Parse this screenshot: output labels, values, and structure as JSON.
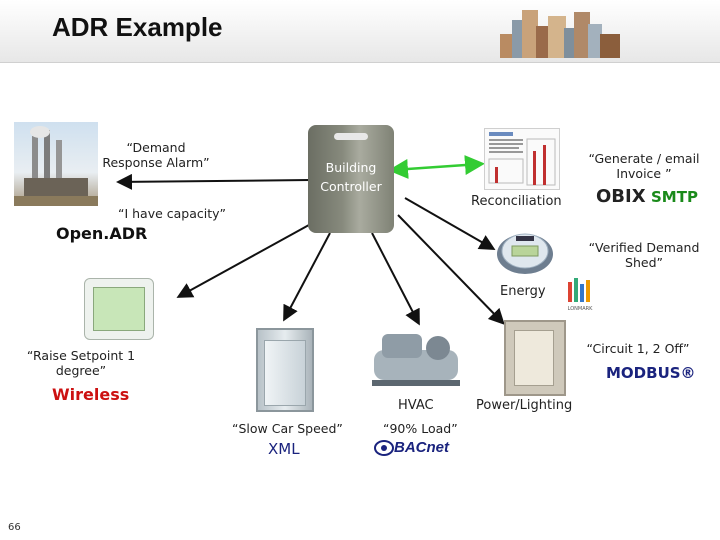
{
  "slide": {
    "title": "ADR Example",
    "page_number": "66"
  },
  "labels": {
    "demand_response_alarm": "“Demand Response Alarm”",
    "have_capacity": "“I have capacity”",
    "building_controller": "Building Controller",
    "generate_invoice": "“Generate / email Invoice ”",
    "reconciliation": "Reconciliation",
    "verified_demand_shed": "“Verified Demand Shed”",
    "energy": "Energy",
    "raise_setpoint": "“Raise Setpoint 1 degree”",
    "circuit_off": "“Circuit 1, 2 Off”",
    "hvac": "HVAC",
    "power_lighting": "Power/Lighting",
    "slow_car_speed": "“Slow Car Speed”",
    "load_90": "“90% Load”"
  },
  "protocols": {
    "openadr": "Open.ADR",
    "obix": "OBIX",
    "smtp": "SMTP",
    "wireless": "Wireless",
    "modbus": "MODBUS®",
    "xml": "XML",
    "bacnet": "BACnet",
    "lonmark": "LONMARK"
  },
  "colors": {
    "green_arrow": "#33cc33",
    "wireless": "#cc1111",
    "modbus": "#1a237e",
    "xml": "#1a237e",
    "smtp": "#1a8a1a"
  },
  "icons": [
    "power-plant-icon",
    "building-controller-icon",
    "city-skyline-icon",
    "invoice-report-icon",
    "electric-meter-icon",
    "thermostat-icon",
    "elevator-icon",
    "hvac-chiller-icon",
    "electrical-panel-icon",
    "lonmark-logo-icon",
    "bacnet-logo-icon"
  ]
}
